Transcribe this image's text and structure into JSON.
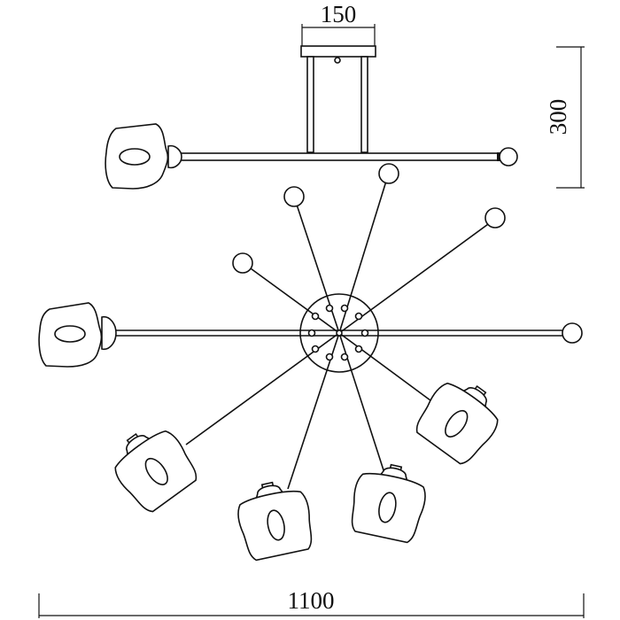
{
  "dimensions": {
    "top_width": "150",
    "height": "300",
    "overall_width": "1100"
  },
  "colors": {
    "line": "#111111",
    "background": "#ffffff"
  }
}
